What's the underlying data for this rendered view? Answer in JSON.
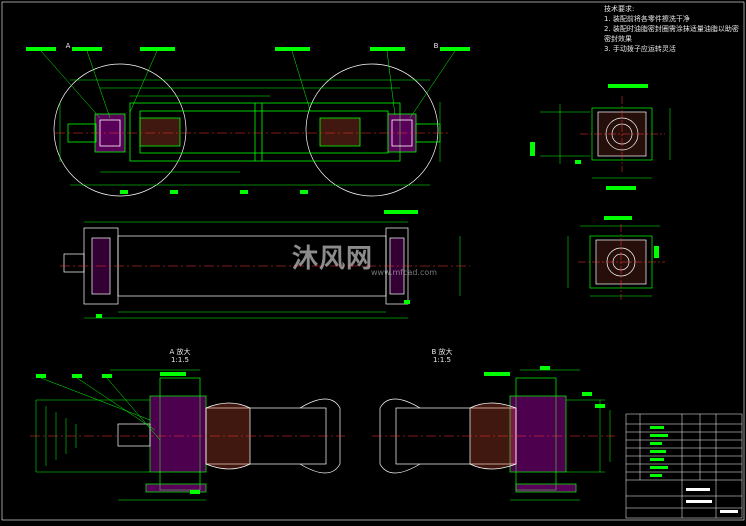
{
  "tech_requirements": {
    "title": "技术要求:",
    "lines": [
      "1. 装配前将各零件擦洗干净",
      "2. 装配时油脂密封圈需涂抹适量油脂以助密",
      "密封效果",
      "3. 手动拨子应运转灵活"
    ]
  },
  "views": {
    "detail_a_title": "A 放大",
    "detail_a_scale": "1:1.5",
    "detail_b_title": "B 放大",
    "detail_b_scale": "1:1.5",
    "callout_a": "A",
    "callout_b": "B"
  },
  "watermark": {
    "brand": "沐风网",
    "url": "www.mfcad.com"
  },
  "colors": {
    "background": "#000000",
    "outline": "#00ff00",
    "centerline": "#ff3030",
    "section_fill": "#ff00ff",
    "dimension": "#ffffff",
    "label_bar": "#00ff00",
    "shading": "#ff6040"
  }
}
